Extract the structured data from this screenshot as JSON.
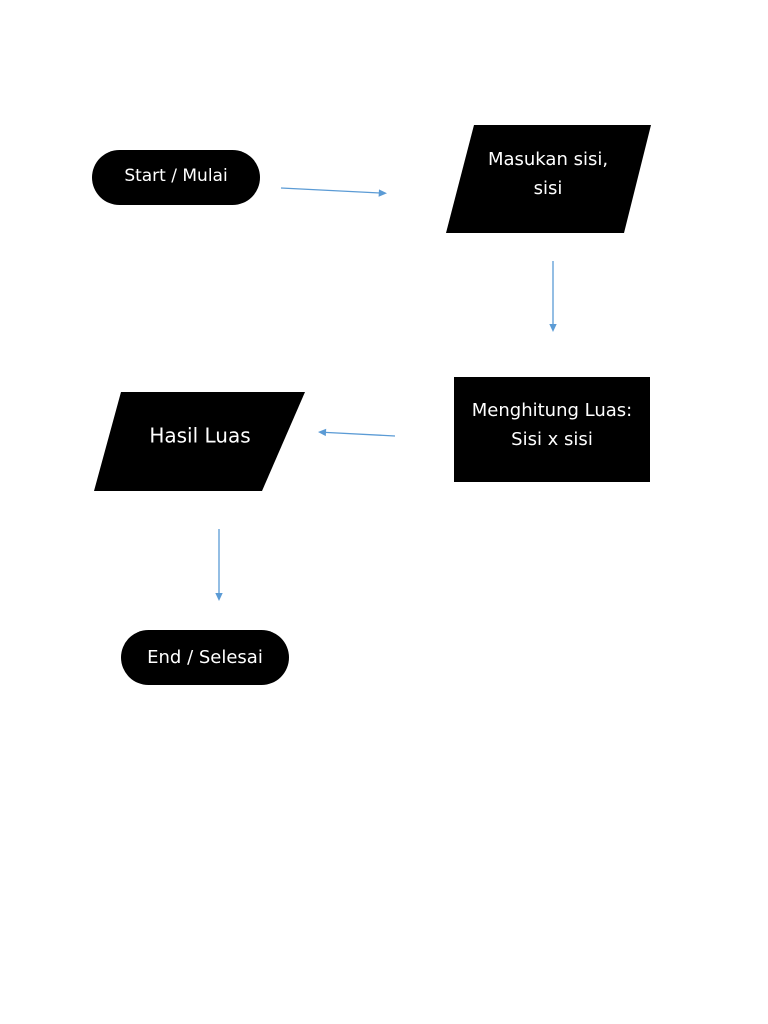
{
  "diagram": {
    "nodes": {
      "start": {
        "label": "Start / Mulai",
        "shape": "terminator"
      },
      "input": {
        "label_lines": [
          "Masukan sisi,",
          "sisi"
        ],
        "shape": "data"
      },
      "process": {
        "label_lines": [
          "Menghitung Luas:",
          "Sisi x sisi"
        ],
        "shape": "process"
      },
      "output": {
        "label": "Hasil Luas",
        "shape": "data"
      },
      "end": {
        "label": "End / Selesai",
        "shape": "terminator"
      }
    },
    "edges": [
      {
        "from": "start",
        "to": "input"
      },
      {
        "from": "input",
        "to": "process"
      },
      {
        "from": "process",
        "to": "output"
      },
      {
        "from": "output",
        "to": "end"
      }
    ],
    "colors": {
      "shape_fill": "#000000",
      "label_text": "#ffffff",
      "connector": "#5b9bd5",
      "background": "#ffffff"
    }
  }
}
